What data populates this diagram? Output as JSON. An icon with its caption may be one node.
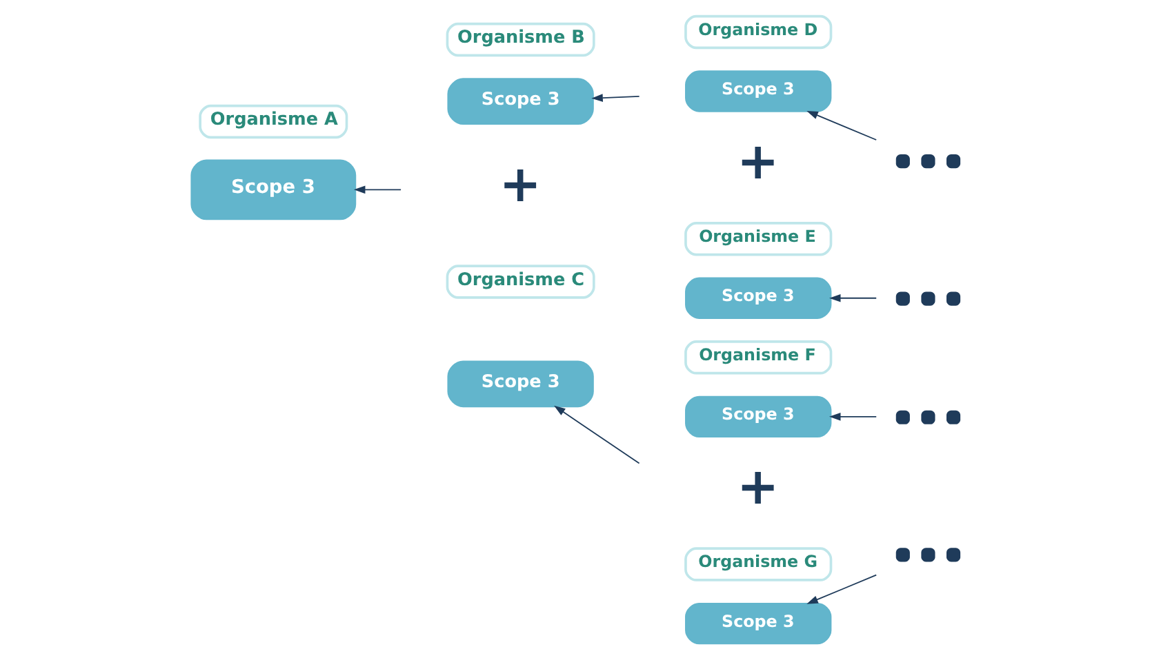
{
  "diagram": {
    "nodes": [
      {
        "text": [
          "Organisme A"
        ]
      },
      {
        "text": [
          "Scope 3"
        ]
      },
      {
        "text": [
          "Organisme B"
        ]
      },
      {
        "text": [
          "Scope 3"
        ]
      },
      {
        "text": [
          "Organisme C"
        ]
      },
      {
        "text": [
          "Scope 3"
        ]
      },
      {
        "text": [
          "Organisme D"
        ]
      },
      {
        "text": [
          "Scope 3"
        ]
      },
      {
        "text": [
          "Organisme E"
        ]
      },
      {
        "text": [
          "Scope 3"
        ]
      },
      {
        "text": [
          "Organisme F"
        ]
      },
      {
        "text": [
          "Scope 3"
        ]
      },
      {
        "text": [
          "Organisme G"
        ]
      },
      {
        "text": [
          "Scope 3"
        ]
      },
      {
        "text": [],
        "shape": "dots"
      },
      {
        "text": [],
        "shape": "dots"
      },
      {
        "text": [],
        "shape": "dots"
      },
      {
        "text": [],
        "shape": "dots"
      }
    ],
    "edges": [
      {
        "from": null,
        "to": 1,
        "arrow": "to"
      },
      {
        "from": null,
        "to": 3,
        "arrow": "to"
      },
      {
        "from": null,
        "to": 5,
        "arrow": "to"
      },
      {
        "from": 14,
        "to": 7,
        "arrow": "to"
      },
      {
        "from": 15,
        "to": 9,
        "arrow": "to"
      },
      {
        "from": 16,
        "to": 11,
        "arrow": "to"
      },
      {
        "from": 17,
        "to": 13,
        "arrow": "to"
      }
    ],
    "labels": [
      "+",
      "+",
      "+"
    ]
  }
}
